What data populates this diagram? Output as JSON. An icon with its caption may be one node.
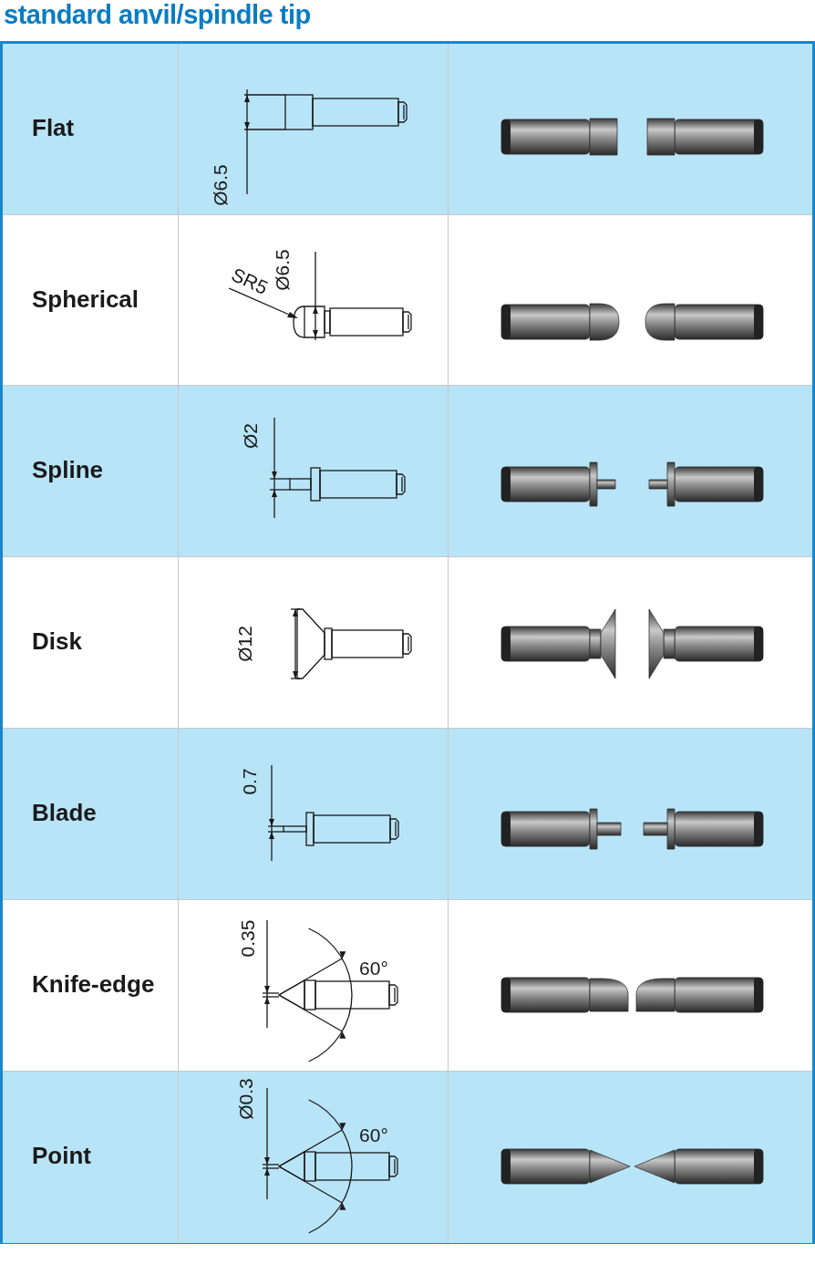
{
  "diagram": {
    "title": "standard anvil/spindle tip",
    "labels": [
      "Flat",
      "Ø6.5",
      "Spherical",
      "SR5",
      "Ø6.5",
      "Spline",
      "Ø2",
      "Disk",
      "Ø12",
      "Blade",
      "0.7",
      "Knife-edge",
      "0.35",
      "60°",
      "Point",
      "Ø0.3",
      "60°"
    ]
  }
}
